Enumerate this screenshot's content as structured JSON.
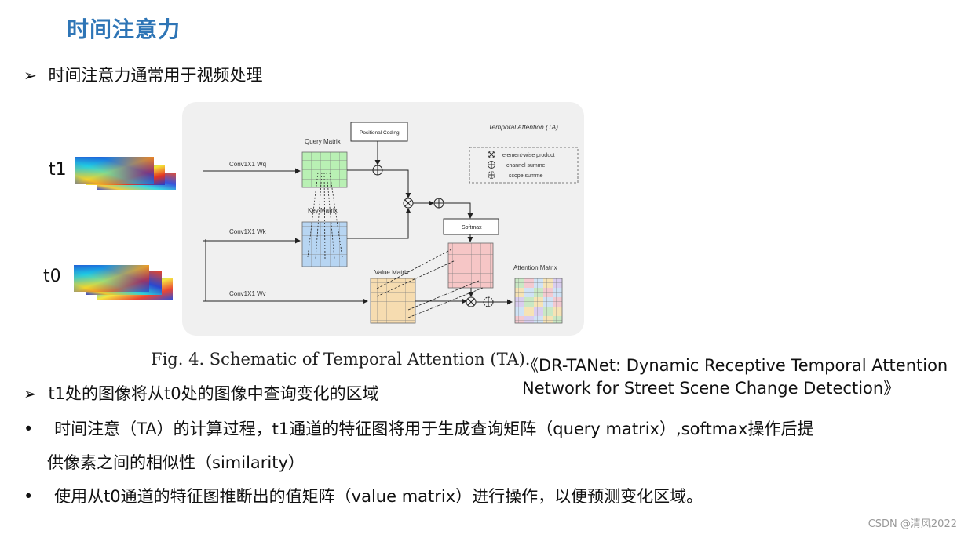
{
  "title": "时间注意力",
  "bullets": {
    "b1_marker": "➢",
    "b1_text": "时间注意力通常用于视频处理",
    "b2_marker": "➢",
    "b2_text": "t1处的图像将从t0处的图像中查询变化的区域",
    "b3_marker": "•",
    "b3_line1": "时间注意（TA）的计算过程，t1通道的特征图将用于生成查询矩阵（query matrix）,softmax操作后提",
    "b3_line2": "供像素之间的相似性（similarity）",
    "b4_marker": "•",
    "b4_text": "使用从t0通道的特征图推断出的值矩阵（value matrix）进行操作，以便预测变化区域。"
  },
  "figure": {
    "t1_label": "t1",
    "t0_label": "t0",
    "diagram_title": "Temporal Attention (TA)",
    "positional_coding": "Positional Coding",
    "query_matrix": "Query Matrix",
    "key_matrix": "Key Matrix",
    "value_matrix": "Value Matrix",
    "attention_matrix": "Attention Matrix",
    "softmax": "Softmax",
    "conv_q": "Conv1X1 Wq",
    "conv_k": "Conv1X1 Wk",
    "conv_v": "Conv1X1 Wv",
    "legend_product": "element-wise product",
    "legend_channel": "channel summe",
    "legend_scope": "scope summe",
    "caption": "Fig. 4.    Schematic of Temporal Attention (TA)."
  },
  "reference": {
    "line1": "《DR-TANet: Dynamic Receptive Temporal Attention",
    "line2": "Network for Street Scene Change Detection》"
  },
  "watermark": "CSDN @清风2022",
  "colors": {
    "title": "#2e75b6",
    "query": "#b9f0b4",
    "key": "#b7d5f2",
    "value": "#f6dcb0",
    "softmax_matrix": "#f6c6c6"
  }
}
